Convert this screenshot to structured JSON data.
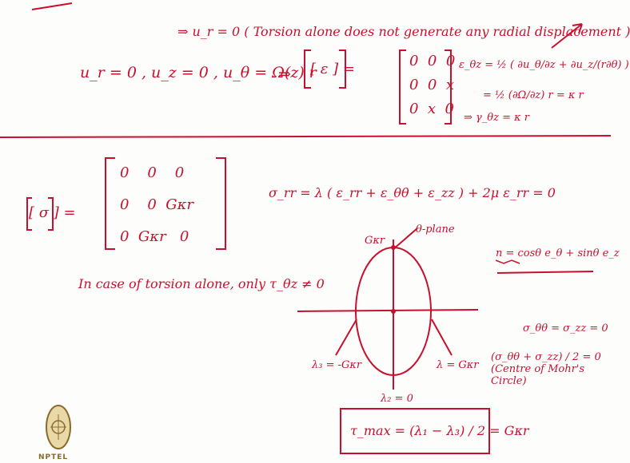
{
  "board": {
    "line1": "⇒ u_r = 0  ( Torsion alone does not generate any radial displacement )",
    "line2_disp": "u_r = 0 ,  u_z = 0 ,  u_θ = Ω(z) r",
    "implies": "⇒",
    "strain_symbol": "[ ε ] =",
    "strain_matrix": [
      [
        "0",
        "0",
        "0"
      ],
      [
        "0",
        "0",
        "x"
      ],
      [
        "0",
        "x",
        "0"
      ]
    ],
    "eps_thz": "ε_θz = ½ ( ∂u_θ/∂z + ∂u_z/(r∂θ) )",
    "eps_thz_2": "= ½ (∂Ω/∂z) r = κ r",
    "gamma": "⇒ γ_θz = κ r",
    "stress_symbol": "[ σ ] =",
    "stress_matrix": [
      [
        "0",
        "0",
        "0"
      ],
      [
        "0",
        "0",
        "Gκr"
      ],
      [
        "0",
        "Gκr",
        "0"
      ]
    ],
    "sigma_rr": "σ_rr = λ ( ε_rr + ε_θθ + ε_zz ) + 2μ ε_rr = 0",
    "torsion_note": "In case of torsion alone, only τ_θz ≠ 0",
    "mohr_top": "Gκr",
    "theta_plane": "θ-plane",
    "lambda3": "λ₃ = -Gκr",
    "lambda1": "λ = Gκr",
    "lambda2": "λ₂ = 0",
    "normal": "n = cosθ e_θ + sinθ e_z",
    "sig_eq": "σ_θθ = σ_zz = 0",
    "centre": "(σ_θθ + σ_zz) / 2 = 0  (Centre of Mohr's Circle)",
    "tau_max": "τ_max = (λ₁ − λ₃) / 2 = Gκr"
  },
  "logo": {
    "text": "NPTEL",
    "icon": "nptel-wheel-icon"
  },
  "colors": {
    "ink": "#c8102e",
    "background": "#fdfdfb"
  }
}
